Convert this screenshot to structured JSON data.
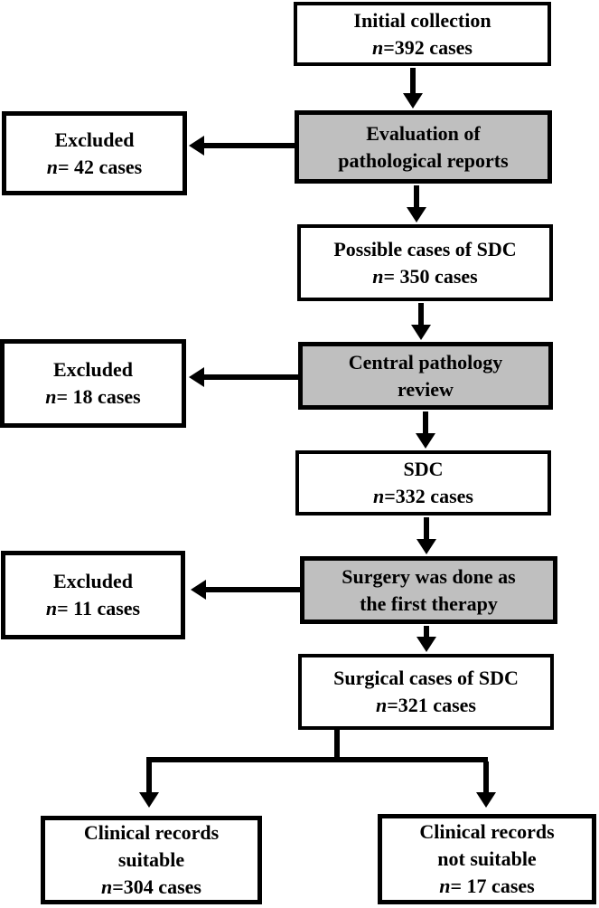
{
  "figure": {
    "type": "flowchart",
    "colors": {
      "highlight_box_fill": "#bfbfbf",
      "plain_box_fill": "#ffffff",
      "line_color": "#000000"
    }
  },
  "boxes": {
    "initial": {
      "title": "Initial collection",
      "n": "n",
      "count": "=392 cases"
    },
    "evaluation": {
      "title": "Evaluation of\npathological reports"
    },
    "excluded_1": {
      "title": "Excluded",
      "n": "n",
      "count": "= 42 cases"
    },
    "possible": {
      "title": "Possible cases of SDC",
      "n": "n",
      "count": "= 350 cases"
    },
    "central": {
      "title": "Central pathology\nreview"
    },
    "excluded_2": {
      "title": "Excluded",
      "n": "n",
      "count": "= 18 cases"
    },
    "sdc": {
      "title": "SDC",
      "n": "n",
      "count": "=332 cases"
    },
    "surgery": {
      "title": "Surgery was done as\nthe first therapy"
    },
    "excluded_3": {
      "title": "Excluded",
      "n": "n",
      "count": "= 11 cases"
    },
    "surgical": {
      "title": "Surgical cases of SDC",
      "n": "n",
      "count": "=321 cases"
    },
    "suitable": {
      "title": "Clinical records\nsuitable",
      "n": "n",
      "count": "=304 cases"
    },
    "not_suitable": {
      "title": "Clinical records\nnot suitable",
      "n": "n",
      "count": "= 17 cases"
    }
  }
}
